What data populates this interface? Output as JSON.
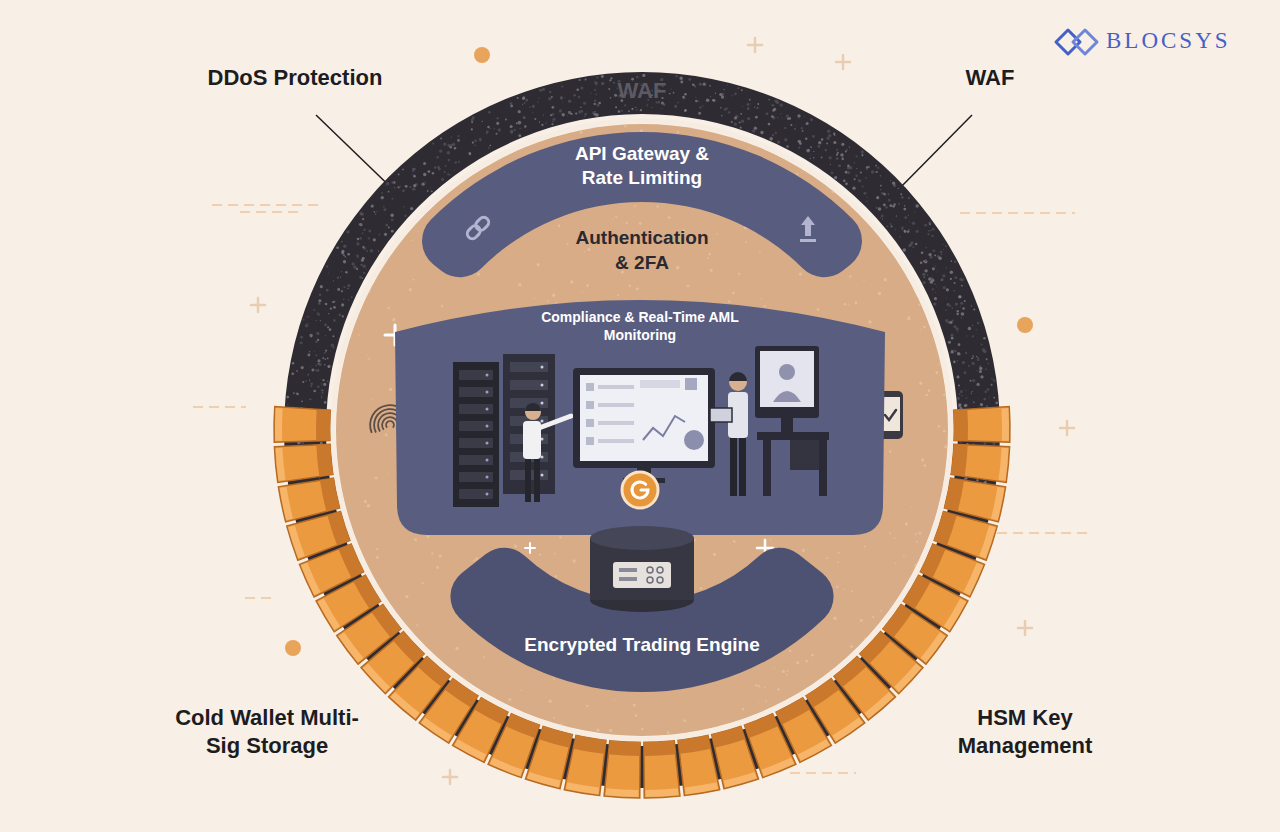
{
  "diagram": {
    "nodes": [
      {
        "text": [
          "WAF"
        ]
      },
      {
        "text": [
          "Authentication & 2FA"
        ],
        "in": 0
      },
      {
        "text": [
          "API Gateway & Rate Limiting"
        ],
        "in": 1
      },
      {
        "text": [
          "Compliance & Real-Time AML Monitoring"
        ],
        "in": 1
      },
      {
        "text": [
          "Encrypted Trading Engine"
        ],
        "in": 1
      }
    ],
    "labels": [
      "DDoS Protection",
      "WAF",
      "Cold Wallet Multi-Sig Storage",
      "HSM Key Management",
      "BLOCSYS"
    ]
  }
}
